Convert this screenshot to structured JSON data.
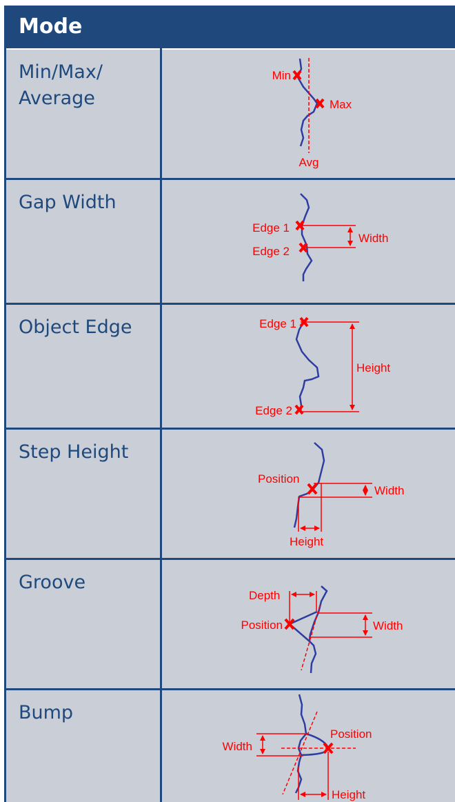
{
  "header": {
    "title": "Mode"
  },
  "colors": {
    "header": "#1f497d",
    "row_bg": "#c9ced7",
    "profile": "#2e3da0",
    "annotation": "#ff0000"
  },
  "rows": [
    {
      "label": "Min/Max/\nAverage",
      "annotations": [
        "Min",
        "Max",
        "Avg"
      ]
    },
    {
      "label": "Gap Width",
      "annotations": [
        "Edge 1",
        "Edge 2",
        "Width"
      ]
    },
    {
      "label": "Object Edge",
      "annotations": [
        "Edge 1",
        "Height",
        "Edge 2"
      ]
    },
    {
      "label": "Step Height",
      "annotations": [
        "Position",
        "Width",
        "Height"
      ]
    },
    {
      "label": "Groove",
      "annotations": [
        "Depth",
        "Position",
        "Width"
      ]
    },
    {
      "label": "Bump",
      "annotations": [
        "Position",
        "Width",
        "Height"
      ]
    }
  ]
}
